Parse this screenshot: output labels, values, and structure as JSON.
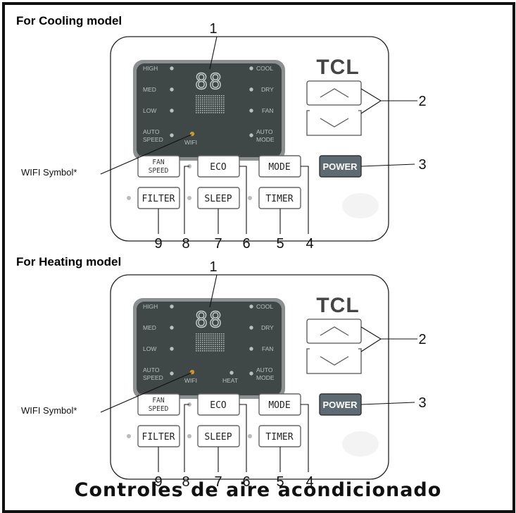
{
  "footer_title": "Controles de aire acondicionado",
  "sections": [
    {
      "title": "For Cooling model",
      "brand": "TCL",
      "display_digits": "88",
      "left_indicators": [
        "HIGH",
        "MED",
        "LOW"
      ],
      "auto_speed": [
        "AUTO",
        "SPEED"
      ],
      "wifi_label": "WIFI",
      "heat_label": "",
      "right_indicators": [
        "COOL",
        "DRY",
        "FAN"
      ],
      "auto_mode": [
        "AUTO",
        "MODE"
      ],
      "buttons": {
        "fan_speed": [
          "FAN",
          "SPEED"
        ],
        "eco": "ECO",
        "mode": "MODE",
        "power": "POWER",
        "filter": "FILTER",
        "sleep": "SLEEP",
        "timer": "TIMER"
      },
      "wifi_callout": "WIFI Symbol*",
      "callouts": {
        "n1": "1",
        "n2": "2",
        "n3": "3",
        "n4": "4",
        "n5": "5",
        "n6": "6",
        "n7": "7",
        "n8": "8",
        "n9": "9"
      }
    },
    {
      "title": "For Heating model",
      "brand": "TCL",
      "display_digits": "88",
      "left_indicators": [
        "HIGH",
        "MED",
        "LOW"
      ],
      "auto_speed": [
        "AUTO",
        "SPEED"
      ],
      "wifi_label": "WIFI",
      "heat_label": "HEAT",
      "right_indicators": [
        "COOL",
        "DRY",
        "FAN"
      ],
      "auto_mode": [
        "AUTO",
        "MODE"
      ],
      "buttons": {
        "fan_speed": [
          "FAN",
          "SPEED"
        ],
        "eco": "ECO",
        "mode": "MODE",
        "power": "POWER",
        "filter": "FILTER",
        "sleep": "SLEEP",
        "timer": "TIMER"
      },
      "wifi_callout": "WIFI Symbol*",
      "callouts": {
        "n1": "1",
        "n2": "2",
        "n3": "3",
        "n4": "4",
        "n5": "5",
        "n6": "6",
        "n7": "7",
        "n8": "8",
        "n9": "9"
      }
    }
  ]
}
